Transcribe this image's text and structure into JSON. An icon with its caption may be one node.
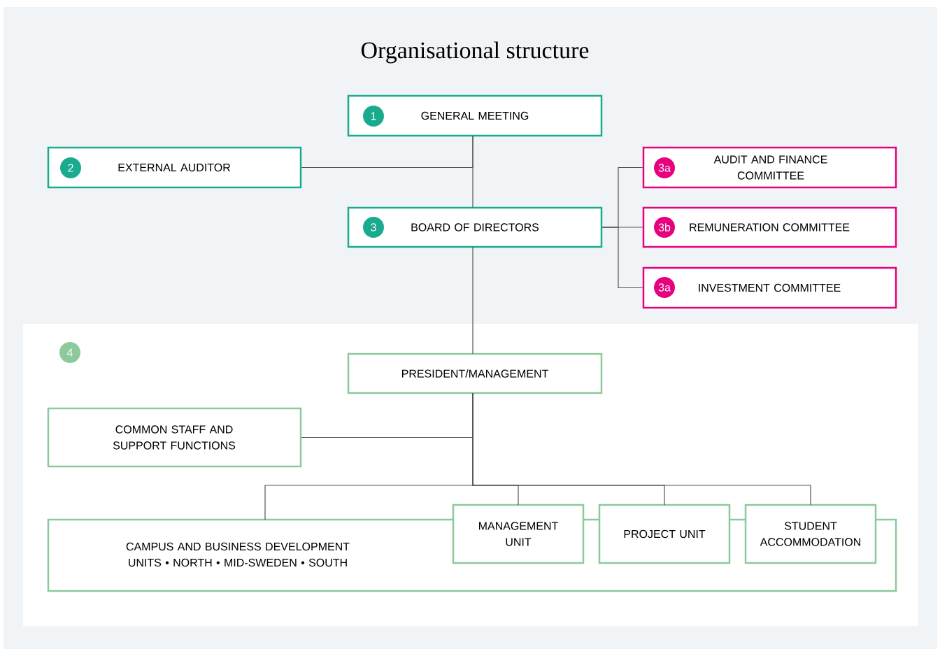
{
  "diagram": {
    "title": "Organisational structure",
    "nodes": [
      {
        "text": [
          "1",
          "GENERAL MEETING"
        ]
      },
      {
        "text": [
          "2",
          "EXTERNAL AUDITOR"
        ]
      },
      {
        "text": [
          "3",
          "BOARD OF DIRECTORS"
        ]
      },
      {
        "text": [
          "3a",
          "AUDIT AND FINANCE COMMITTEE"
        ]
      },
      {
        "text": [
          "3b",
          "REMUNERATION COMMITTEE"
        ]
      },
      {
        "text": [
          "3a",
          "INVESTMENT COMMITTEE"
        ]
      },
      {
        "text": [
          "4"
        ]
      },
      {
        "text": [
          "PRESIDENT/MANAGEMENT"
        ],
        "in": 6
      },
      {
        "text": [
          "COMMON STAFF AND SUPPORT FUNCTIONS"
        ],
        "in": 6
      },
      {
        "text": [
          "CAMPUS AND BUSINESS DEVELOPMENT UNITS • NORTH • MID-SWEDEN • SOUTH"
        ],
        "in": 6
      },
      {
        "text": [
          "MANAGEMENT UNIT"
        ],
        "in": 6
      },
      {
        "text": [
          "PROJECT UNIT"
        ],
        "in": 6
      },
      {
        "text": [
          "STUDENT ACCOMMODATION"
        ],
        "in": 6
      }
    ],
    "edges": [
      {
        "from": 0,
        "to": 2,
        "arrow": "none"
      },
      {
        "from": 0,
        "to": 1,
        "arrow": "none"
      },
      {
        "from": 2,
        "to": 3,
        "arrow": "none"
      },
      {
        "from": 2,
        "to": 4,
        "arrow": "none"
      },
      {
        "from": 2,
        "to": 5,
        "arrow": "none"
      },
      {
        "from": 2,
        "to": 7,
        "arrow": "none"
      },
      {
        "from": 7,
        "to": 8,
        "arrow": "none"
      },
      {
        "from": 7,
        "to": 9,
        "arrow": "none"
      },
      {
        "from": 7,
        "to": 10,
        "arrow": "none"
      },
      {
        "from": 7,
        "to": 11,
        "arrow": "none"
      },
      {
        "from": 7,
        "to": 12,
        "arrow": "none"
      }
    ]
  }
}
